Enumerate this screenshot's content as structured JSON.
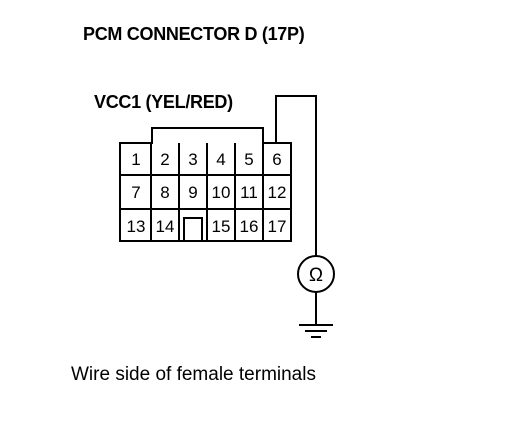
{
  "diagram": {
    "title": "PCM CONNECTOR D (17P)",
    "wire_label": "VCC1 (YEL/RED)",
    "caption": "Wire side of female terminals",
    "meter_symbol": "Ω",
    "meter_icon": "ohmmeter-icon",
    "ground_icon": "ground-icon",
    "probe_terminal": "6",
    "connector": {
      "rows": [
        [
          "1",
          "2",
          "3",
          "4",
          "5",
          "6"
        ],
        [
          "7",
          "8",
          "9",
          "10",
          "11",
          "12"
        ],
        [
          "13",
          "14",
          "",
          "15",
          "16",
          "17"
        ]
      ]
    }
  },
  "colors": {
    "ink": "#000000",
    "background": "#ffffff"
  }
}
